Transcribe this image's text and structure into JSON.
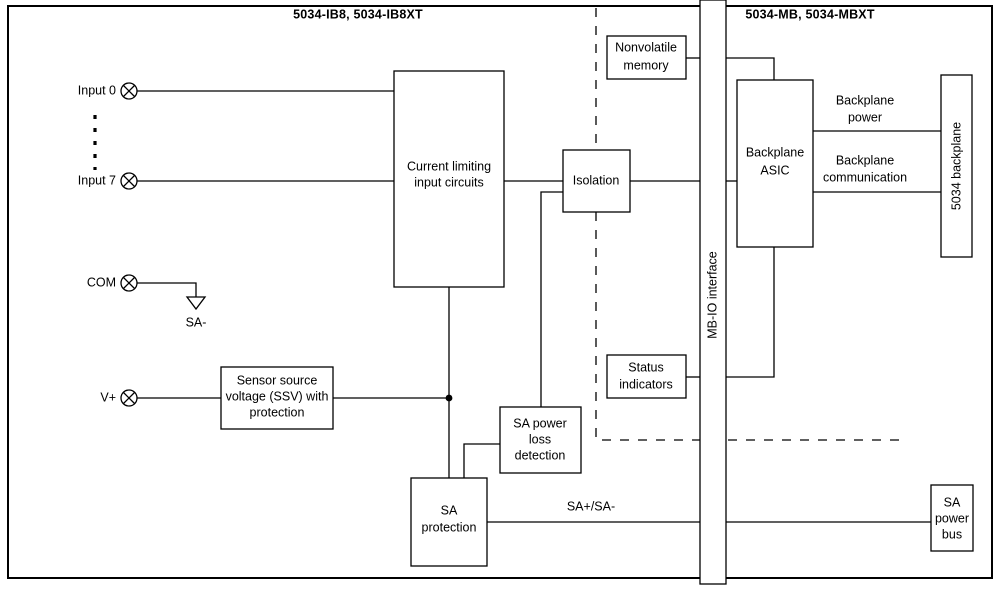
{
  "diagram": {
    "title_left": "5034-IB8, 5034-IB8XT",
    "title_right": "5034-MB, 5034-MBXT",
    "stroke_color": "#000000",
    "background_color": "#ffffff",
    "type": "block-diagram"
  },
  "terminals": [
    {
      "id": "input0",
      "label": "Input 0"
    },
    {
      "id": "input7",
      "label": "Input 7"
    },
    {
      "id": "com",
      "label": "COM"
    },
    {
      "id": "vplus",
      "label": "V+"
    }
  ],
  "blocks": [
    {
      "id": "current-limiting",
      "line1": "Current limiting",
      "line2": "input circuits"
    },
    {
      "id": "nonvolatile-memory",
      "line1": "Nonvolatile",
      "line2": "memory"
    },
    {
      "id": "isolation",
      "line1": "Isolation"
    },
    {
      "id": "status-indicators",
      "line1": "Status",
      "line2": "indicators"
    },
    {
      "id": "ssv",
      "line1": "Sensor source",
      "line2": "voltage (SSV) with",
      "line3": "protection"
    },
    {
      "id": "sa-power-loss",
      "line1": "SA power",
      "line2": "loss",
      "line3": "detection"
    },
    {
      "id": "sa-protection",
      "line1": "SA",
      "line2": "protection"
    },
    {
      "id": "mb-io-interface",
      "line1": "MB-IO interface"
    },
    {
      "id": "backplane-asic",
      "line1": "Backplane",
      "line2": "ASIC"
    },
    {
      "id": "backplane-5034",
      "line1": "5034 backplane"
    },
    {
      "id": "sa-power-bus",
      "line1": "SA",
      "line2": "power",
      "line3": "bus"
    }
  ],
  "wire_labels": [
    {
      "id": "sa-minus",
      "text": "SA-"
    },
    {
      "id": "backplane-power",
      "text": "Backplane power",
      "line1": "Backplane",
      "line2": "power"
    },
    {
      "id": "backplane-communication",
      "text": "Backplane communication",
      "line1": "Backplane",
      "line2": "communication"
    },
    {
      "id": "sa-plus-sa-minus",
      "text": "SA+/SA-"
    }
  ]
}
